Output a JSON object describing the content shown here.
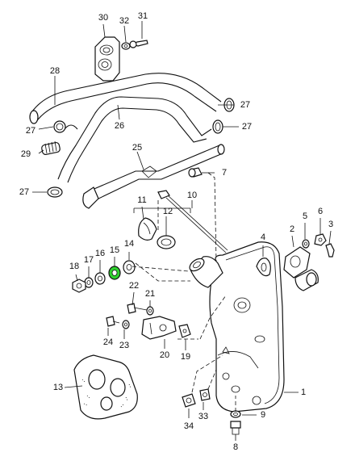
{
  "diagram": {
    "labels": {
      "p1": "1",
      "p2": "2",
      "p3": "3",
      "p4": "4",
      "p5": "5",
      "p6": "6",
      "p7": "7",
      "p8": "8",
      "p9": "9",
      "p10": "10",
      "p11": "11",
      "p12": "12",
      "p13": "13",
      "p14": "14",
      "p15": "15",
      "p16": "16",
      "p17": "17",
      "p18": "18",
      "p19": "19",
      "p20": "20",
      "p21": "21",
      "p22": "22",
      "p23": "23",
      "p24": "24",
      "p25": "25",
      "p26": "26",
      "p27a": "27",
      "p27b": "27",
      "p27c": "27",
      "p27d": "27",
      "p28": "28",
      "p29": "29",
      "p30": "30",
      "p31": "31",
      "p32": "32",
      "p33": "33",
      "p34": "34"
    },
    "colors": {
      "line": "#111111",
      "highlight": "#2fd12f",
      "background": "#ffffff"
    }
  }
}
